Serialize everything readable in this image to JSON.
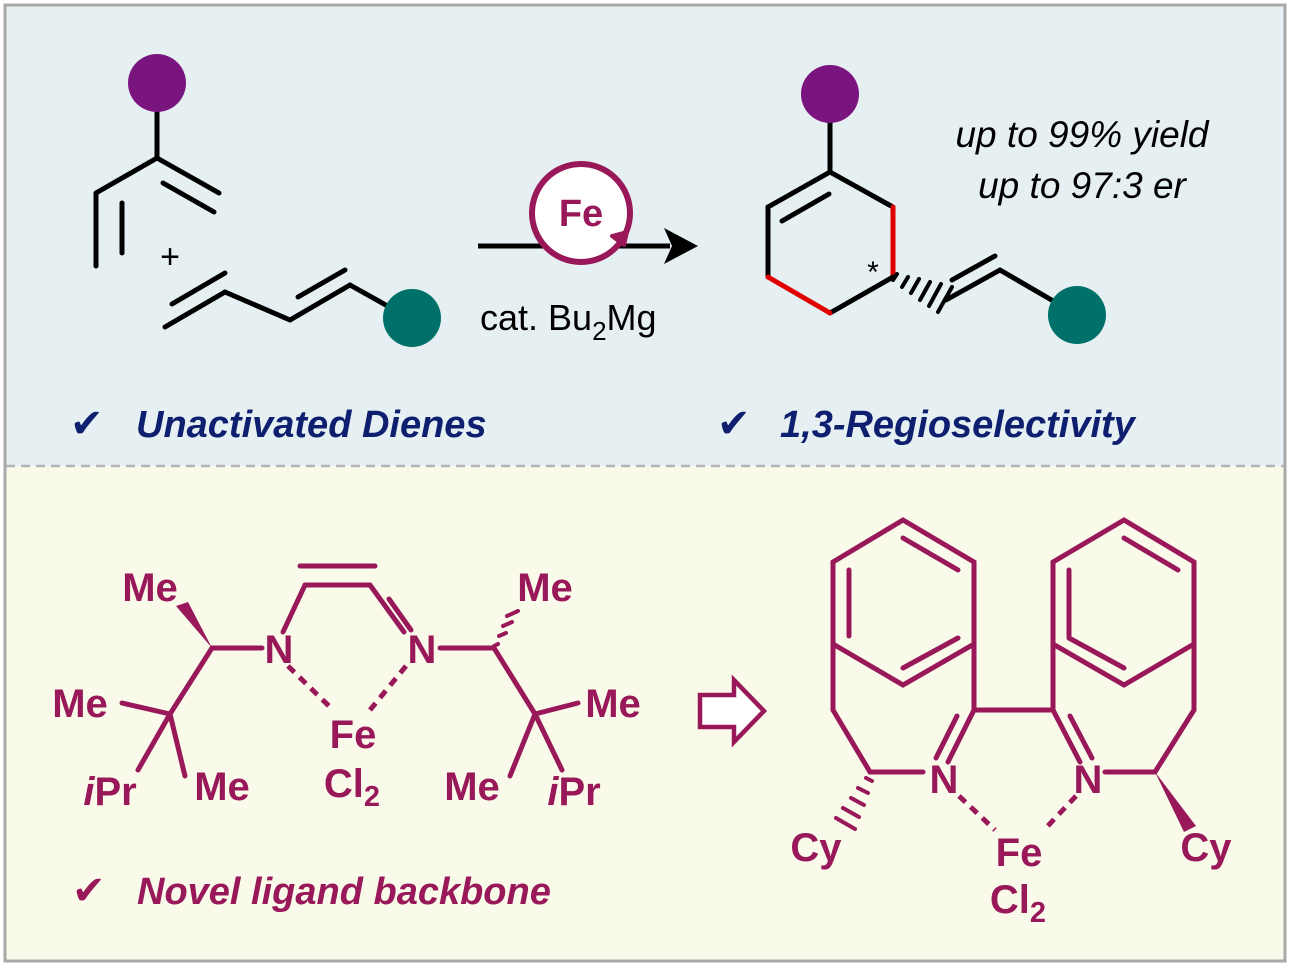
{
  "colors": {
    "top_panel_bg": "#e6f0f3",
    "bottom_panel_bg": "#fafaea",
    "frame": "#a8a8a8",
    "divider": "#b4b4b4",
    "bond": "#000000",
    "new_bond": "#e00000",
    "purple_substituent": "#7a1580",
    "teal_substituent": "#00716a",
    "ligand_magenta": "#98185a",
    "headline_navy": "#0d1f6e"
  },
  "reaction": {
    "plus_sign": "+",
    "catalyst_metal": "Fe",
    "condition_prefix": "cat. Bu",
    "condition_subscript": "2",
    "condition_suffix": "Mg",
    "stereo_marker": "*",
    "yield_line": "up to 99% yield",
    "er_line": "up to 97:3 er"
  },
  "features": {
    "check_glyph": "✔",
    "feature_1": "Unactivated Dienes",
    "feature_2": "1,3-Regioselectivity",
    "feature_3": "Novel ligand backbone"
  },
  "ligand_left": {
    "me_1": "Me",
    "me_2": "Me",
    "me_3": "Me",
    "me_4": "Me",
    "me_5": "Me",
    "me_6": "Me",
    "ipr_italic": "i",
    "ipr_rest": "Pr",
    "nitrogen": "N",
    "metal": "Fe",
    "chloride": "Cl",
    "chloride_subscript": "2"
  },
  "ligand_right": {
    "nitrogen": "N",
    "metal": "Fe",
    "chloride": "Cl",
    "chloride_subscript": "2",
    "cy": "Cy"
  }
}
